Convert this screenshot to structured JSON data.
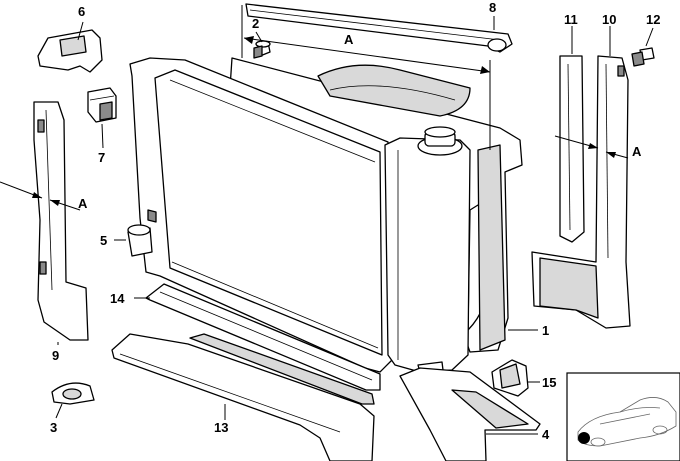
{
  "callouts": [
    {
      "id": "1",
      "text": "1"
    },
    {
      "id": "2",
      "text": "2"
    },
    {
      "id": "3",
      "text": "3"
    },
    {
      "id": "4",
      "text": "4"
    },
    {
      "id": "5",
      "text": "5"
    },
    {
      "id": "6",
      "text": "6"
    },
    {
      "id": "7",
      "text": "7"
    },
    {
      "id": "8",
      "text": "8"
    },
    {
      "id": "9",
      "text": "9"
    },
    {
      "id": "10",
      "text": "10"
    },
    {
      "id": "11",
      "text": "11"
    },
    {
      "id": "12",
      "text": "12"
    },
    {
      "id": "13",
      "text": "13"
    },
    {
      "id": "14",
      "text": "14"
    },
    {
      "id": "15",
      "text": "15"
    }
  ],
  "section_marks": {
    "top": "A",
    "left": "A",
    "right": "A"
  },
  "colors": {
    "line": "#000000",
    "background": "#ffffff",
    "shade": "#d9d9d9",
    "marker": "#000000"
  }
}
